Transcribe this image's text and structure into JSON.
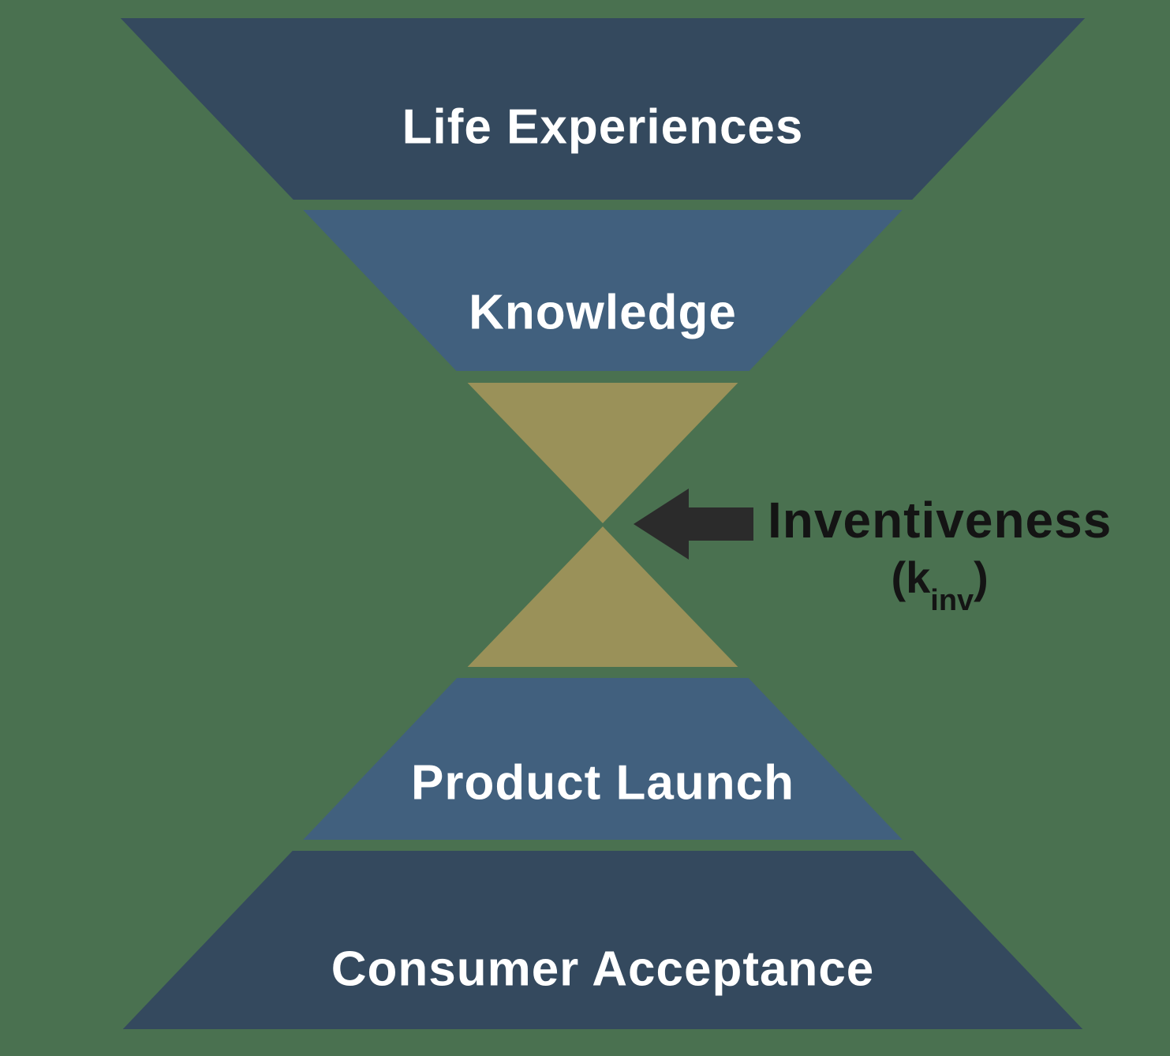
{
  "colors": {
    "background": "#4A7150",
    "dark_blue": "#34495E",
    "medium_blue": "#41607E",
    "gold": "#9A9159",
    "arrow": "#2B2B2B",
    "annotation_text": "#141414",
    "layer_label_text": "#FFFFFF"
  },
  "funnel": {
    "layers": [
      {
        "label": "Life Experiences"
      },
      {
        "label": "Knowledge"
      },
      {
        "label": "Product Launch"
      },
      {
        "label": "Consumer Acceptance"
      }
    ],
    "annotation": {
      "line1": "Inventiveness",
      "paren_open": "(k",
      "subscript": "inv",
      "paren_close": ")"
    }
  }
}
